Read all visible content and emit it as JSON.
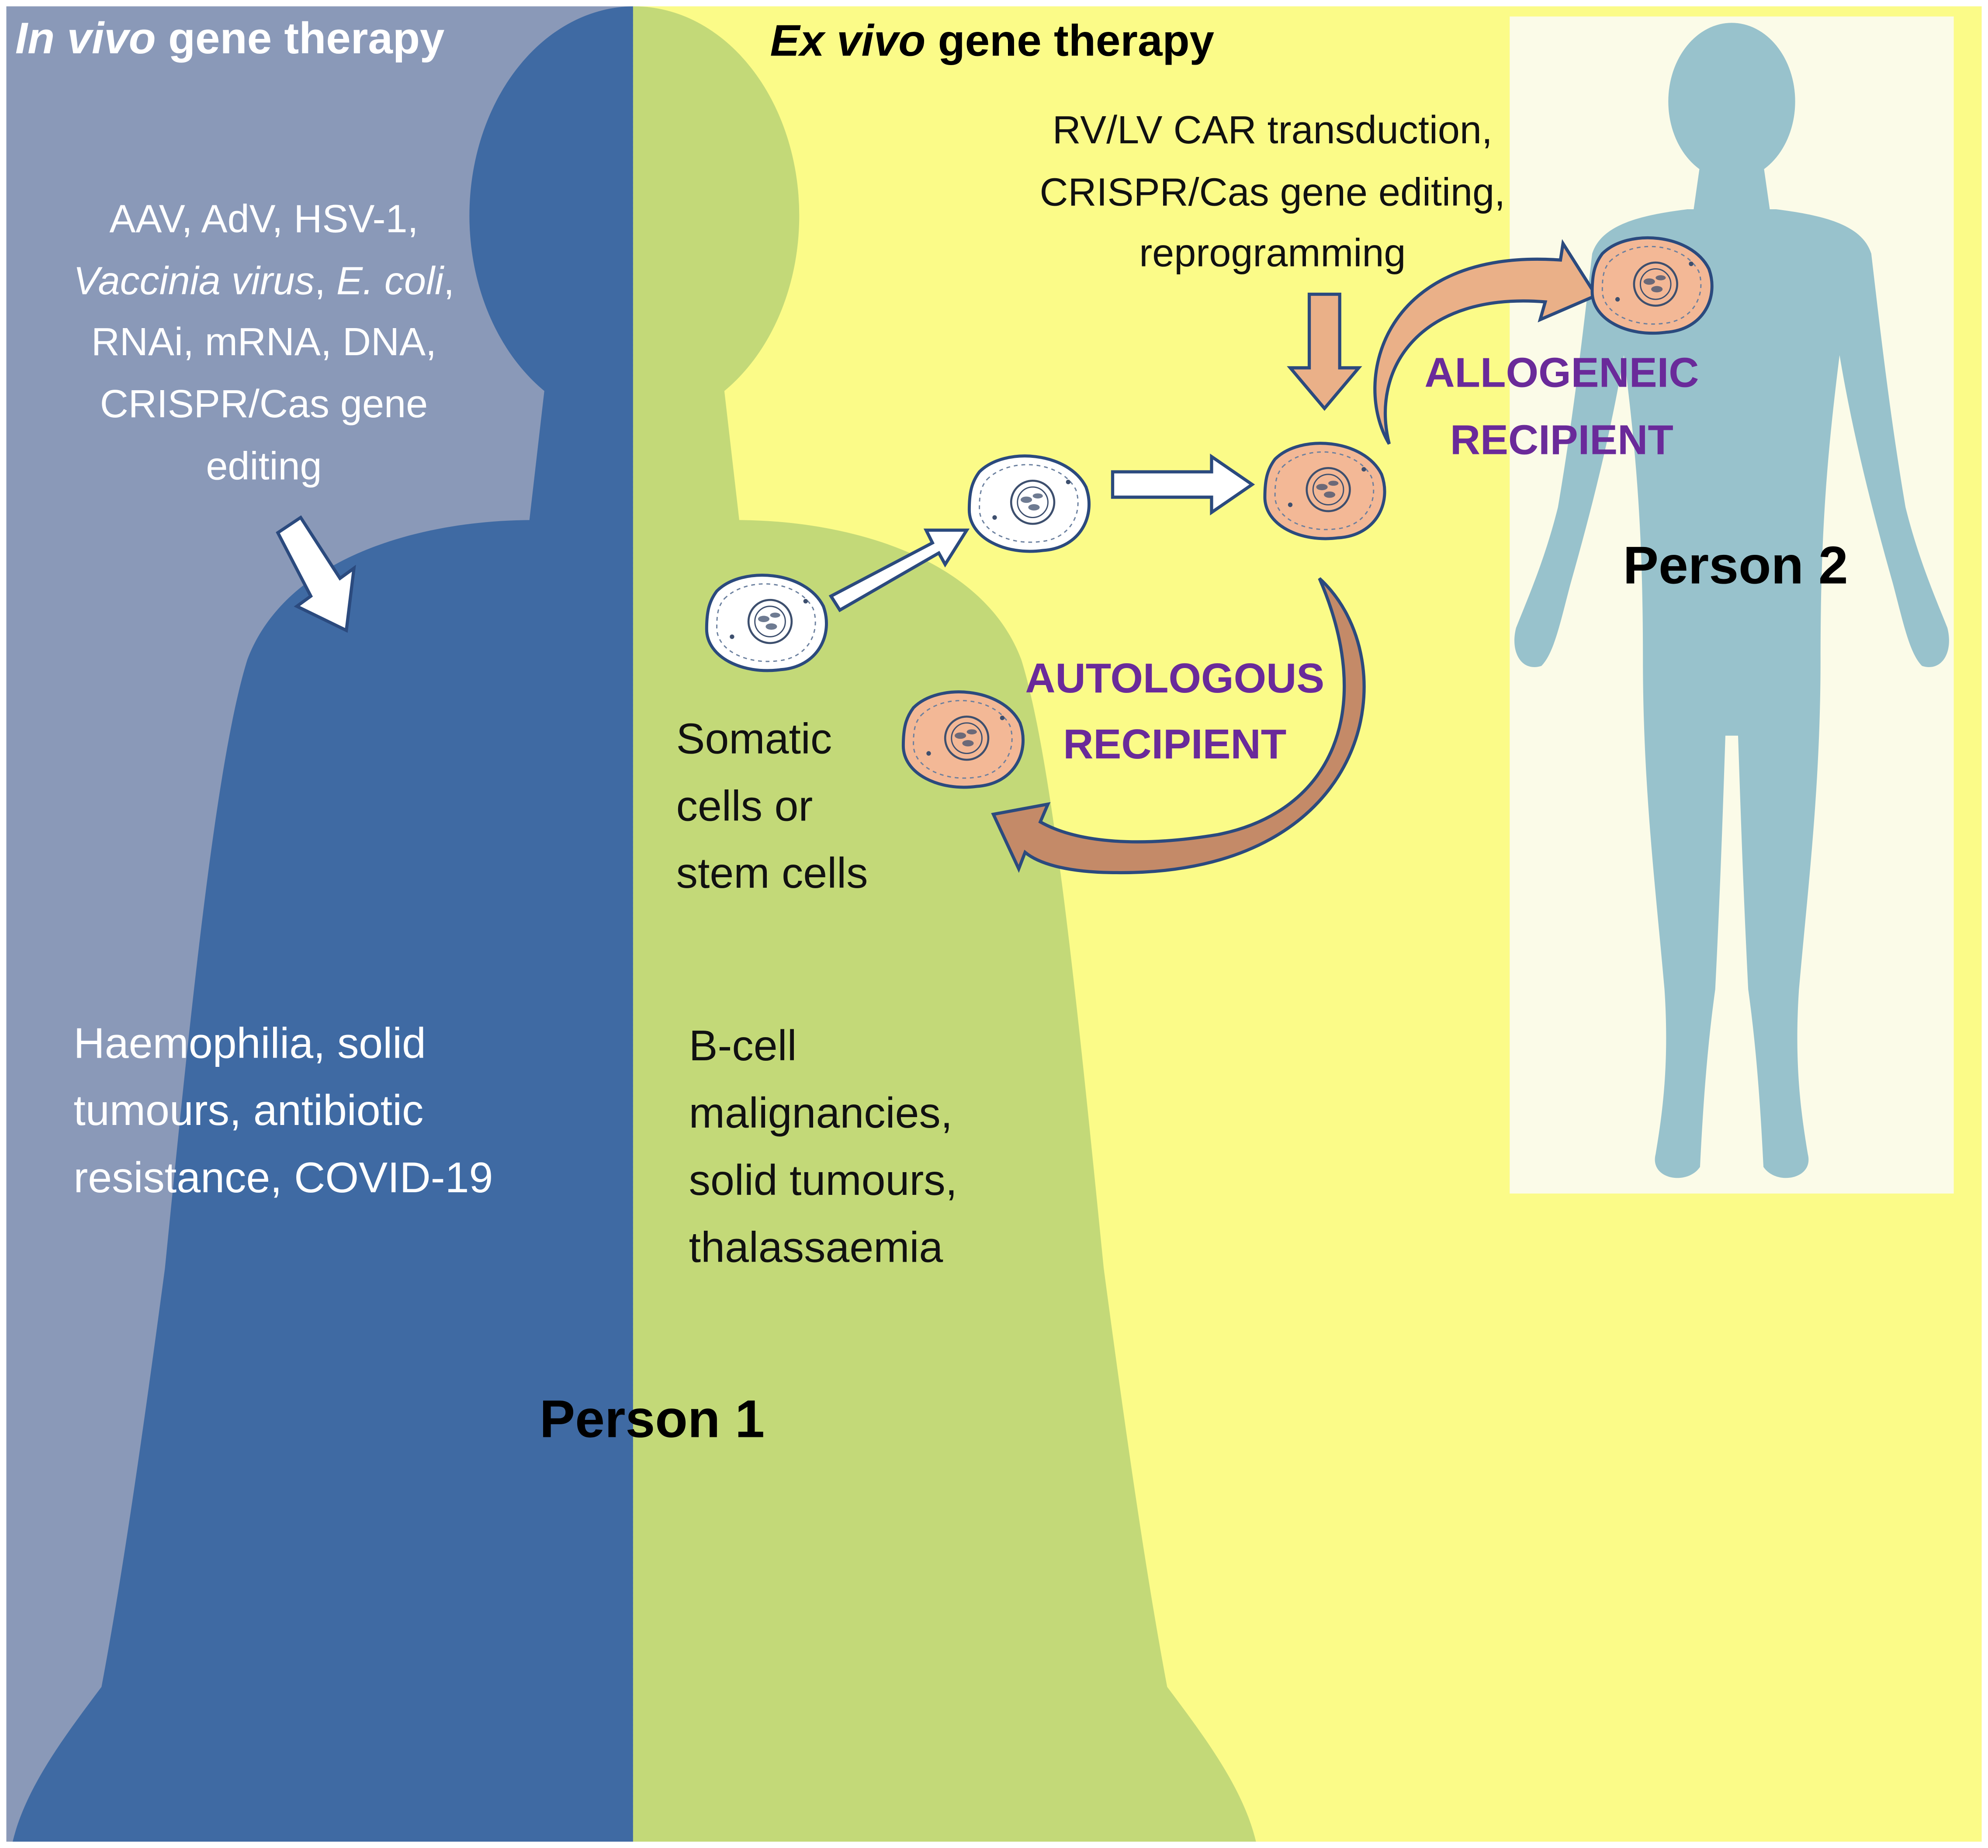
{
  "in_vivo": {
    "title_italic": "In vivo",
    "title_rest": " gene therapy",
    "vectors": [
      "AAV, AdV, HSV-1,",
      "Vaccinia virus",
      ", ",
      "E. coli",
      ",",
      "RNAi, mRNA, DNA,",
      "CRISPR/Cas gene",
      "editing"
    ],
    "diseases": [
      "Haemophilia, solid",
      "tumours, antibiotic",
      "resistance, COVID-19"
    ]
  },
  "ex_vivo": {
    "title_italic": "Ex vivo",
    "title_rest": " gene therapy",
    "methods": [
      "RV/LV CAR transduction,",
      "CRISPR/Cas gene editing,",
      "reprogramming"
    ],
    "cells": [
      "Somatic",
      "cells or",
      "stem cells"
    ],
    "diseases": [
      "B-cell",
      "malignancies,",
      "solid tumours,",
      "thalassaemia"
    ],
    "autologous": [
      "AUTOLOGOUS",
      "RECIPIENT"
    ],
    "allogeneic": [
      "ALLOGENEIC",
      "RECIPIENT"
    ]
  },
  "person1_label": "Person 1",
  "person2_label": "Person 2",
  "colors": {
    "in_vivo_bg": "#8a99b8",
    "in_vivo_body": "#3f6aa3",
    "ex_vivo_bg": "#fbfb88",
    "ex_vivo_body": "#c3d978",
    "person2_panel": "#fbfbe8",
    "person2_body": "#98c2cc",
    "recipient_label": "#6a2a9a",
    "modified_cell": "#f3b896",
    "arrow_orange": "#eab088",
    "outline_blue": "#2b4a7e"
  }
}
